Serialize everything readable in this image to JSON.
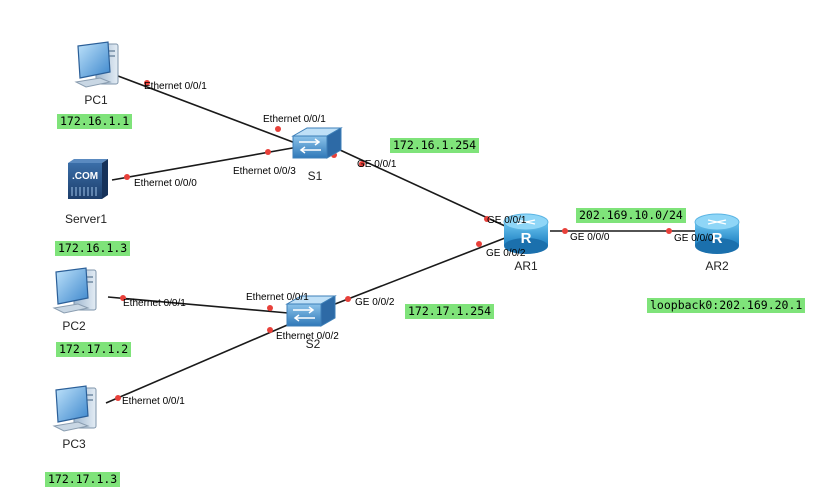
{
  "devices": {
    "pc1": {
      "name": "PC1"
    },
    "server1": {
      "name": "Server1",
      "icon_text": ".COM"
    },
    "pc2": {
      "name": "PC2"
    },
    "pc3": {
      "name": "PC3"
    },
    "s1": {
      "name": "S1"
    },
    "s2": {
      "name": "S2"
    },
    "ar1": {
      "name": "AR1",
      "icon_text": "R"
    },
    "ar2": {
      "name": "AR2",
      "icon_text": "R"
    }
  },
  "ports": {
    "pc1_eth": "Ethernet 0/0/1",
    "s1_eth1": "Ethernet 0/0/1",
    "server1_eth": "Ethernet 0/0/0",
    "s1_eth3": "Ethernet 0/0/3",
    "s1_ge": "GE 0/0/1",
    "ar1_ge1": "GE 0/0/1",
    "ar1_ge0": "GE 0/0/0",
    "ar1_ge2": "GE 0/0/2",
    "ar2_ge": "GE 0/0/0",
    "pc2_eth": "Ethernet 0/0/1",
    "s2_eth1": "Ethernet 0/0/1",
    "s2_eth2": "Ethernet 0/0/2",
    "s2_ge": "GE 0/0/2",
    "pc3_eth": "Ethernet 0/0/1"
  },
  "ip_labels": {
    "pc1": "172.16.1.1",
    "server1": "172.16.1.3",
    "s1_link": "172.16.1.254",
    "ar_link": "202.169.10.0/24",
    "loopback": "loopback0:202.169.20.1",
    "pc2": "172.17.1.2",
    "s2_link": "172.17.1.254",
    "pc3": "172.17.1.3"
  },
  "colors": {
    "label_bg": "#7fe37a",
    "port_dot": "#e8403a",
    "link": "#1a1a1a",
    "router": "#2a9fd6",
    "switch": "#3d8ec9",
    "pc": "#4a7fc0"
  }
}
